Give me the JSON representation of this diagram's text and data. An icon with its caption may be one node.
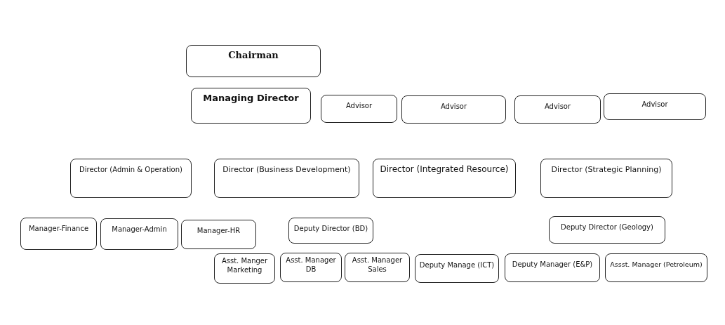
{
  "diagram": {
    "nodes": [
      {
        "text": [
          "Chairman"
        ]
      },
      {
        "text": [
          "Managing Director"
        ]
      },
      {
        "text": [
          "Advisor"
        ]
      },
      {
        "text": [
          "Advisor"
        ]
      },
      {
        "text": [
          "Advisor"
        ]
      },
      {
        "text": [
          "Advisor"
        ]
      },
      {
        "text": [
          "Director (Admin & Operation)"
        ]
      },
      {
        "text": [
          "Director (Business Development)"
        ]
      },
      {
        "text": [
          "Director (Integrated Resource)"
        ]
      },
      {
        "text": [
          "Director (Strategic Planning)"
        ]
      },
      {
        "text": [
          "Manager-Finance"
        ]
      },
      {
        "text": [
          "Manager-Admin"
        ]
      },
      {
        "text": [
          "Manager-HR"
        ]
      },
      {
        "text": [
          "Deputy Director (BD)"
        ]
      },
      {
        "text": [
          "Deputy Director (Geology)"
        ]
      },
      {
        "text": [
          "Asst. Manger Marketing"
        ]
      },
      {
        "text": [
          "Asst. Manager DB"
        ]
      },
      {
        "text": [
          "Asst. Manager Sales"
        ]
      },
      {
        "text": [
          "Deputy Manage (ICT)"
        ]
      },
      {
        "text": [
          "Deputy Manager (E&P)"
        ]
      },
      {
        "text": [
          "Assst. Manager (Petroleum)"
        ]
      }
    ]
  }
}
